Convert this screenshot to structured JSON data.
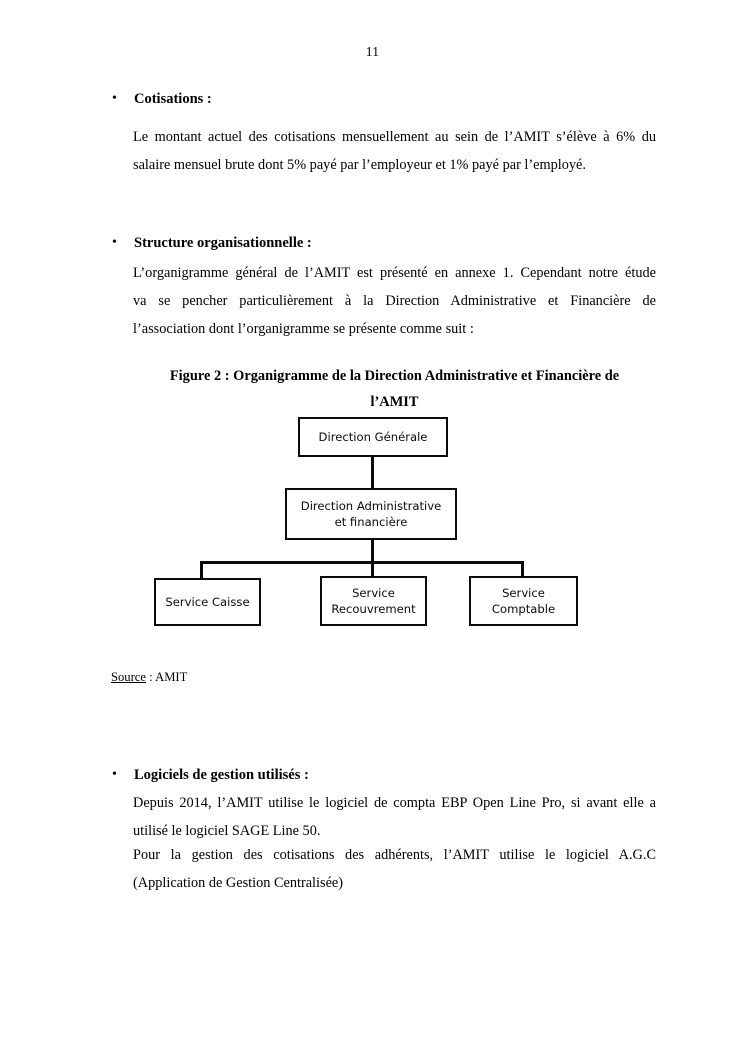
{
  "document": {
    "page_number": "11",
    "language": "fr"
  },
  "sections": [
    {
      "id": "cotisations",
      "bullet": "•",
      "heading": "Cotisations :",
      "paragraph_lines": [
        "Le montant actuel des cotisations mensuellement au sein de l’AMIT s’élève à 6% du",
        "salaire mensuel brute dont 5% payé par l’employeur et  1% payé par l’employé."
      ],
      "paragraph_full": "Le montant actuel des cotisations mensuellement au sein de l’AMIT s’élève à 6% du salaire mensuel brute dont 5% payé par l’employeur et  1% payé par l’employé."
    },
    {
      "id": "structure-organisationnelle",
      "bullet": "•",
      "heading": "Structure organisationnelle :",
      "paragraph_lines": [
        "L’organigramme général de l’AMIT est présenté en annexe 1. Cependant notre étude",
        "va se pencher particulièrement à la Direction Administrative et Financière de",
        "l’association dont l’organigramme se présente comme suit :"
      ],
      "paragraph_full": "L’organigramme général de l’AMIT est présenté en annexe 1. Cependant notre étude va se pencher particulièrement à la Direction Administrative et Financière de l’association dont l’organigramme se présente comme suit :"
    },
    {
      "id": "logiciels-de-gestion",
      "bullet": "•",
      "heading": "Logiciels de gestion utilisés :",
      "paragraph_lines": [
        "Depuis 2014, l’AMIT utilise le logiciel de compta EBP Open Line Pro, si avant elle a",
        "utilisé le logiciel SAGE Line 50.",
        "Pour la gestion des cotisations des adhérents, l’AMIT utilise le logiciel A.G.C",
        "(Application de Gestion Centralisée)"
      ],
      "paragraph_full_1": "Depuis 2014, l’AMIT utilise le logiciel de compta EBP Open Line Pro, si avant elle a utilisé le logiciel SAGE Line 50.",
      "paragraph_full_2": "Pour la gestion des cotisations des adhérents, l’AMIT utilise le logiciel A.G.C (Application de Gestion Centralisée)"
    }
  ],
  "figure": {
    "caption_line_1": "Figure 2 : Organigramme de la Direction Administrative et Financière de",
    "caption_line_2": "l’AMIT",
    "caption_full": "Figure 2 : Organigramme de la Direction Administrative et Financière de l’AMIT",
    "source_label": "Source",
    "source_separator": " : ",
    "source_value": "AMIT",
    "org_chart": {
      "type": "tree",
      "border_color": "#0b0b0b",
      "fill_color": "#ffffff",
      "nodes": [
        {
          "id": "direction-generale",
          "level": 0,
          "label": "Direction Générale",
          "lines": [
            "Direction Générale"
          ]
        },
        {
          "id": "direction-administrative-financiere",
          "level": 1,
          "label": "Direction  Administrative et financière",
          "lines": [
            "Direction  Administrative",
            "et financière"
          ]
        },
        {
          "id": "service-caisse",
          "level": 2,
          "label": "Service Caisse",
          "lines": [
            "Service Caisse"
          ]
        },
        {
          "id": "service-recouvrement",
          "level": 2,
          "label": "Service Recouvrement",
          "lines": [
            "Service",
            "Recouvrement"
          ]
        },
        {
          "id": "service-comptable",
          "level": 2,
          "label": "Service Comptable",
          "lines": [
            "Service",
            "Comptable"
          ]
        }
      ],
      "edges": [
        {
          "from": "direction-generale",
          "to": "direction-administrative-financiere"
        },
        {
          "from": "direction-administrative-financiere",
          "to": "service-caisse"
        },
        {
          "from": "direction-administrative-financiere",
          "to": "service-recouvrement"
        },
        {
          "from": "direction-administrative-financiere",
          "to": "service-comptable"
        }
      ]
    }
  }
}
